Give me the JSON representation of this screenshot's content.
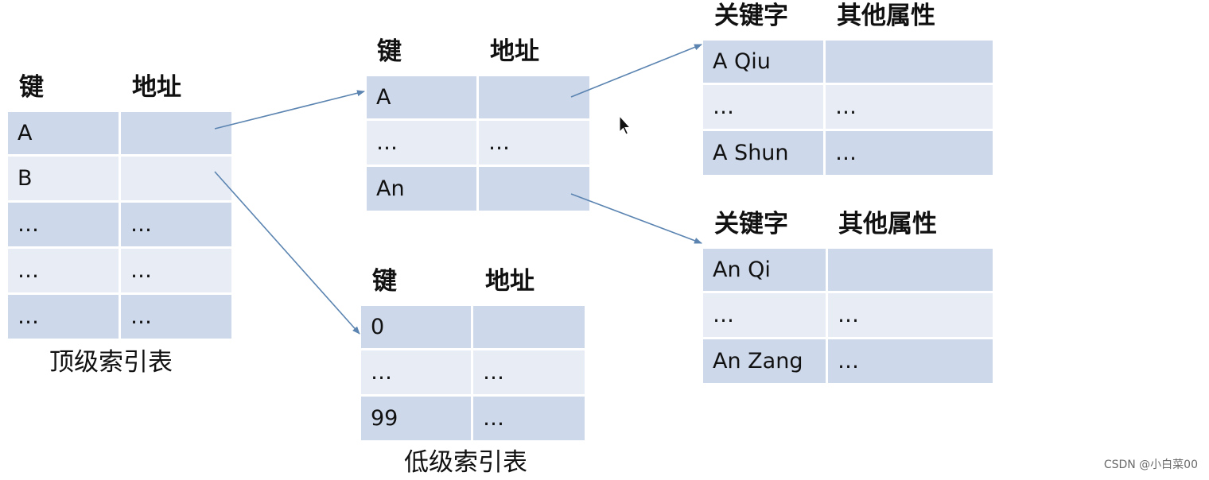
{
  "top_table": {
    "headers": [
      "键",
      "地址"
    ],
    "rows": [
      [
        "A",
        ""
      ],
      [
        "B",
        ""
      ],
      [
        "…",
        "…"
      ],
      [
        "…",
        "…"
      ],
      [
        "…",
        "…"
      ]
    ],
    "caption": "顶级索引表"
  },
  "mid_table": {
    "headers": [
      "键",
      "地址"
    ],
    "rows": [
      [
        "A",
        ""
      ],
      [
        "…",
        "…"
      ],
      [
        "An",
        ""
      ]
    ]
  },
  "low_table": {
    "headers": [
      "键",
      "地址"
    ],
    "rows": [
      [
        "0",
        ""
      ],
      [
        "…",
        "…"
      ],
      [
        "99",
        "…"
      ]
    ],
    "caption": "低级索引表"
  },
  "record_table_1": {
    "headers": [
      "关键字",
      "其他属性"
    ],
    "rows": [
      [
        "A Qiu",
        ""
      ],
      [
        "…",
        "…"
      ],
      [
        "A Shun",
        "…"
      ]
    ]
  },
  "record_table_2": {
    "headers": [
      "关键字",
      "其他属性"
    ],
    "rows": [
      [
        "An Qi",
        ""
      ],
      [
        "…",
        "…"
      ],
      [
        "An Zang",
        "…"
      ]
    ]
  },
  "watermark": "CSDN @小白菜00",
  "colors": {
    "row_dark": "#cdd8ea",
    "row_light": "#e7ecf5",
    "arrow": "#5b84b1"
  }
}
